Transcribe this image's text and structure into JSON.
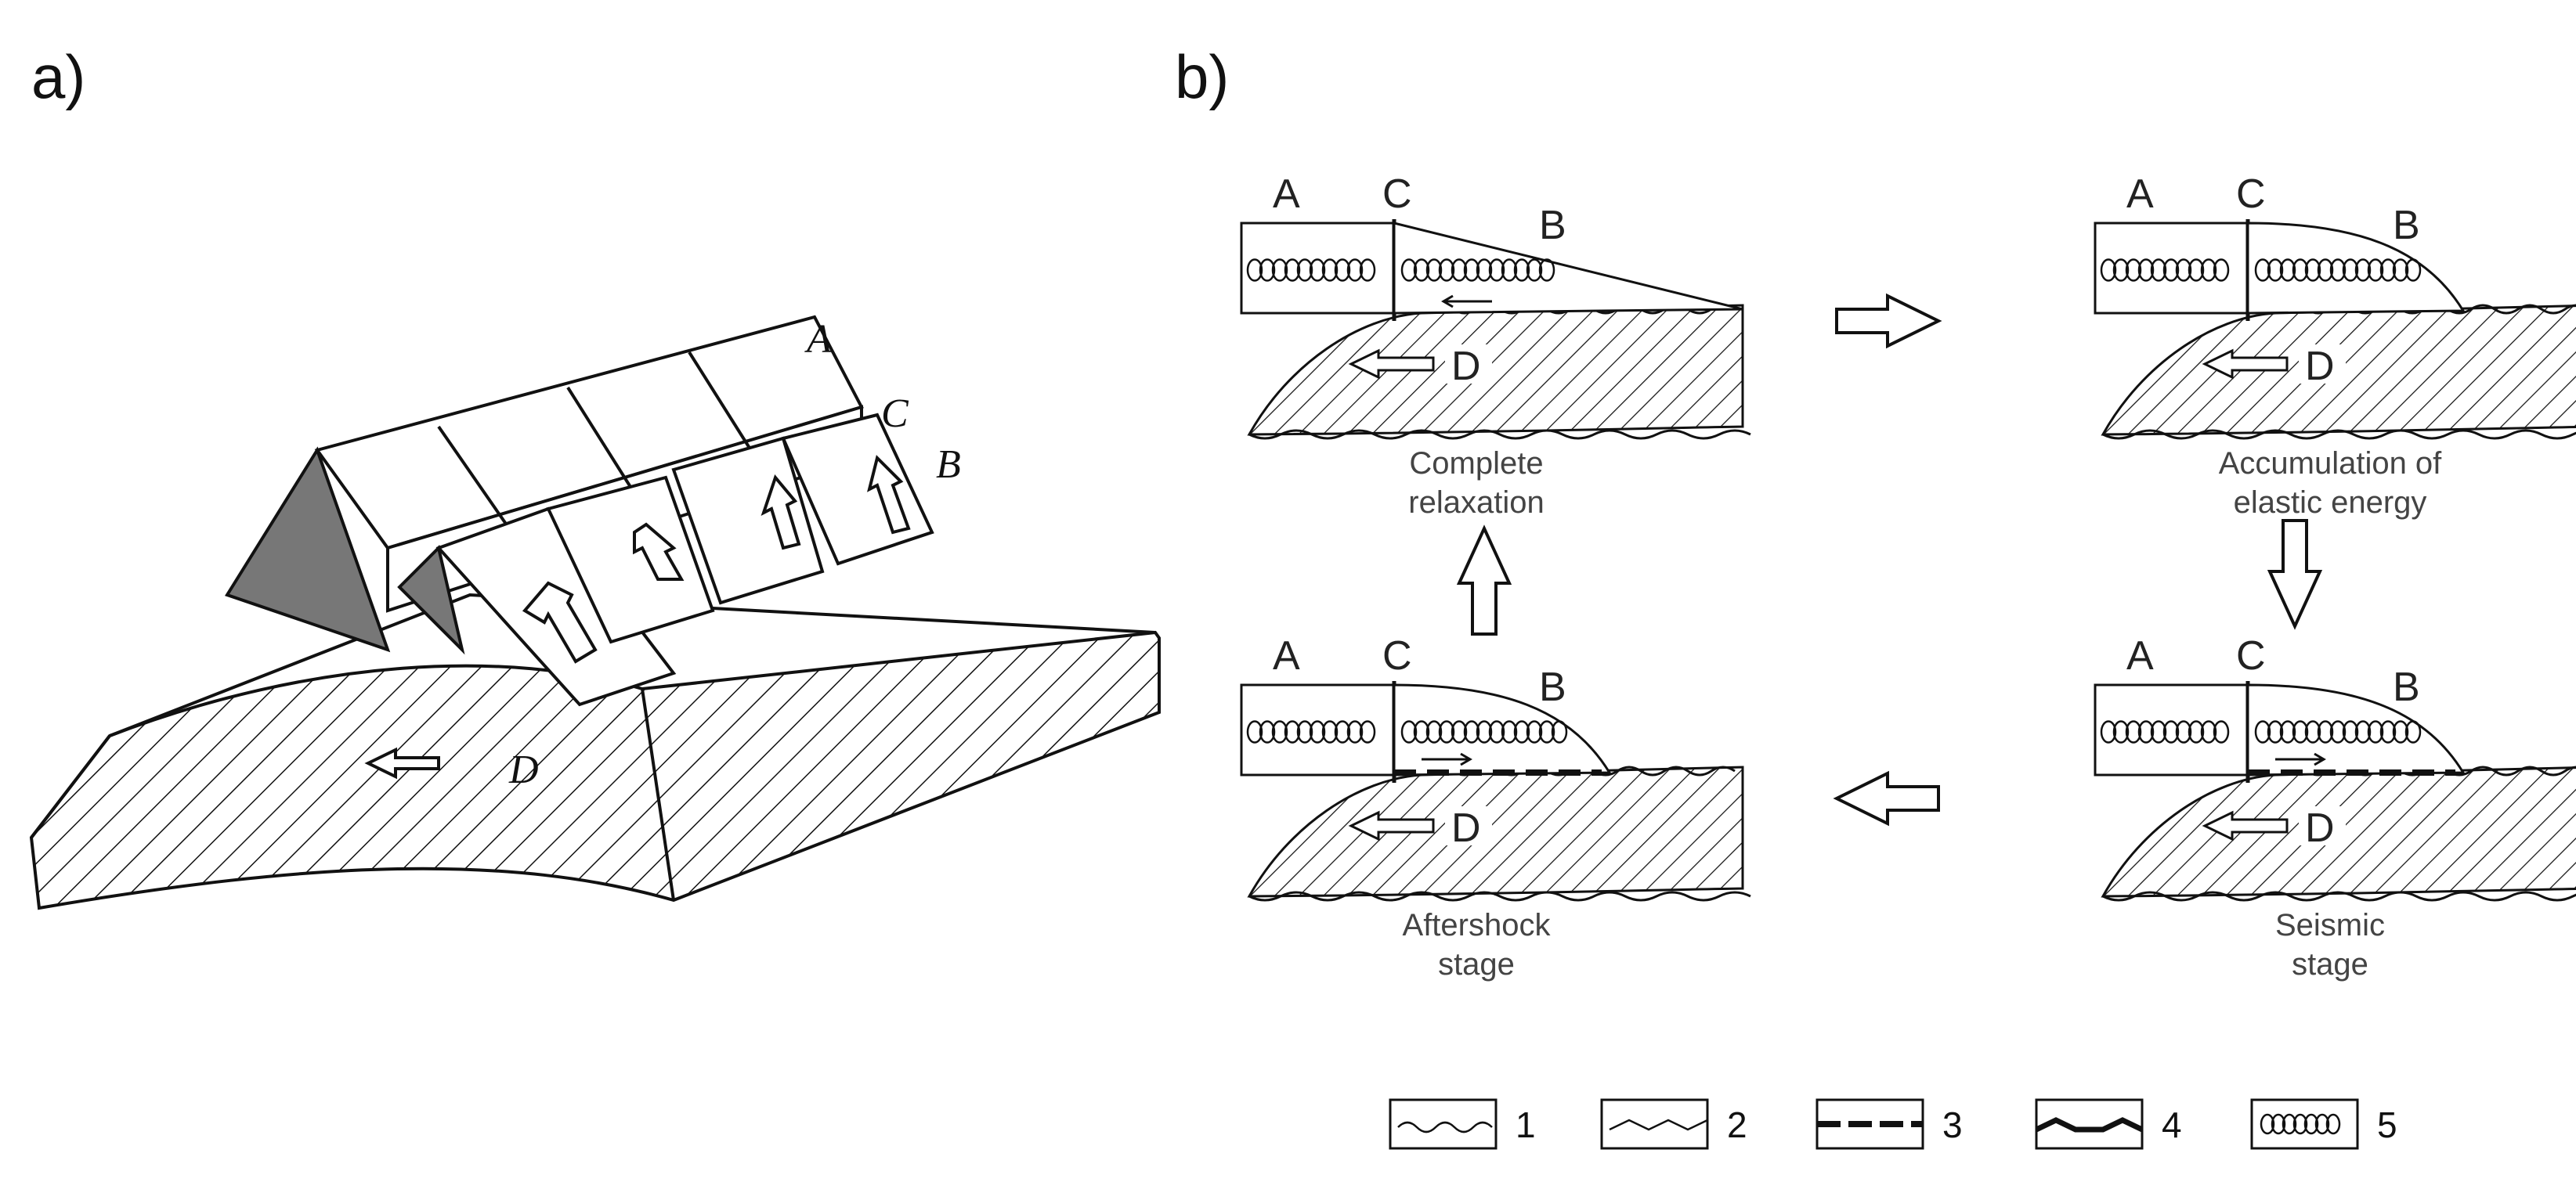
{
  "panel_a": {
    "label": "a)",
    "block_labels": {
      "A": "A",
      "C": "C",
      "B": "B",
      "D": "D"
    }
  },
  "panel_b": {
    "label": "b)",
    "block_labels": {
      "A": "A",
      "C": "C",
      "B": "B",
      "D": "D"
    },
    "stages": [
      {
        "id": "complete-relaxation",
        "caption_line1": "Complete",
        "caption_line2": "relaxation"
      },
      {
        "id": "accumulation",
        "caption_line1": "Accumulation of",
        "caption_line2": "elastic energy"
      },
      {
        "id": "aftershock",
        "caption_line1": "Aftershock",
        "caption_line2": "stage"
      },
      {
        "id": "seismic",
        "caption_line1": "Seismic",
        "caption_line2": "stage"
      }
    ]
  },
  "legend": [
    {
      "number": "1"
    },
    {
      "number": "2"
    },
    {
      "number": "3"
    },
    {
      "number": "4"
    },
    {
      "number": "5"
    }
  ]
}
